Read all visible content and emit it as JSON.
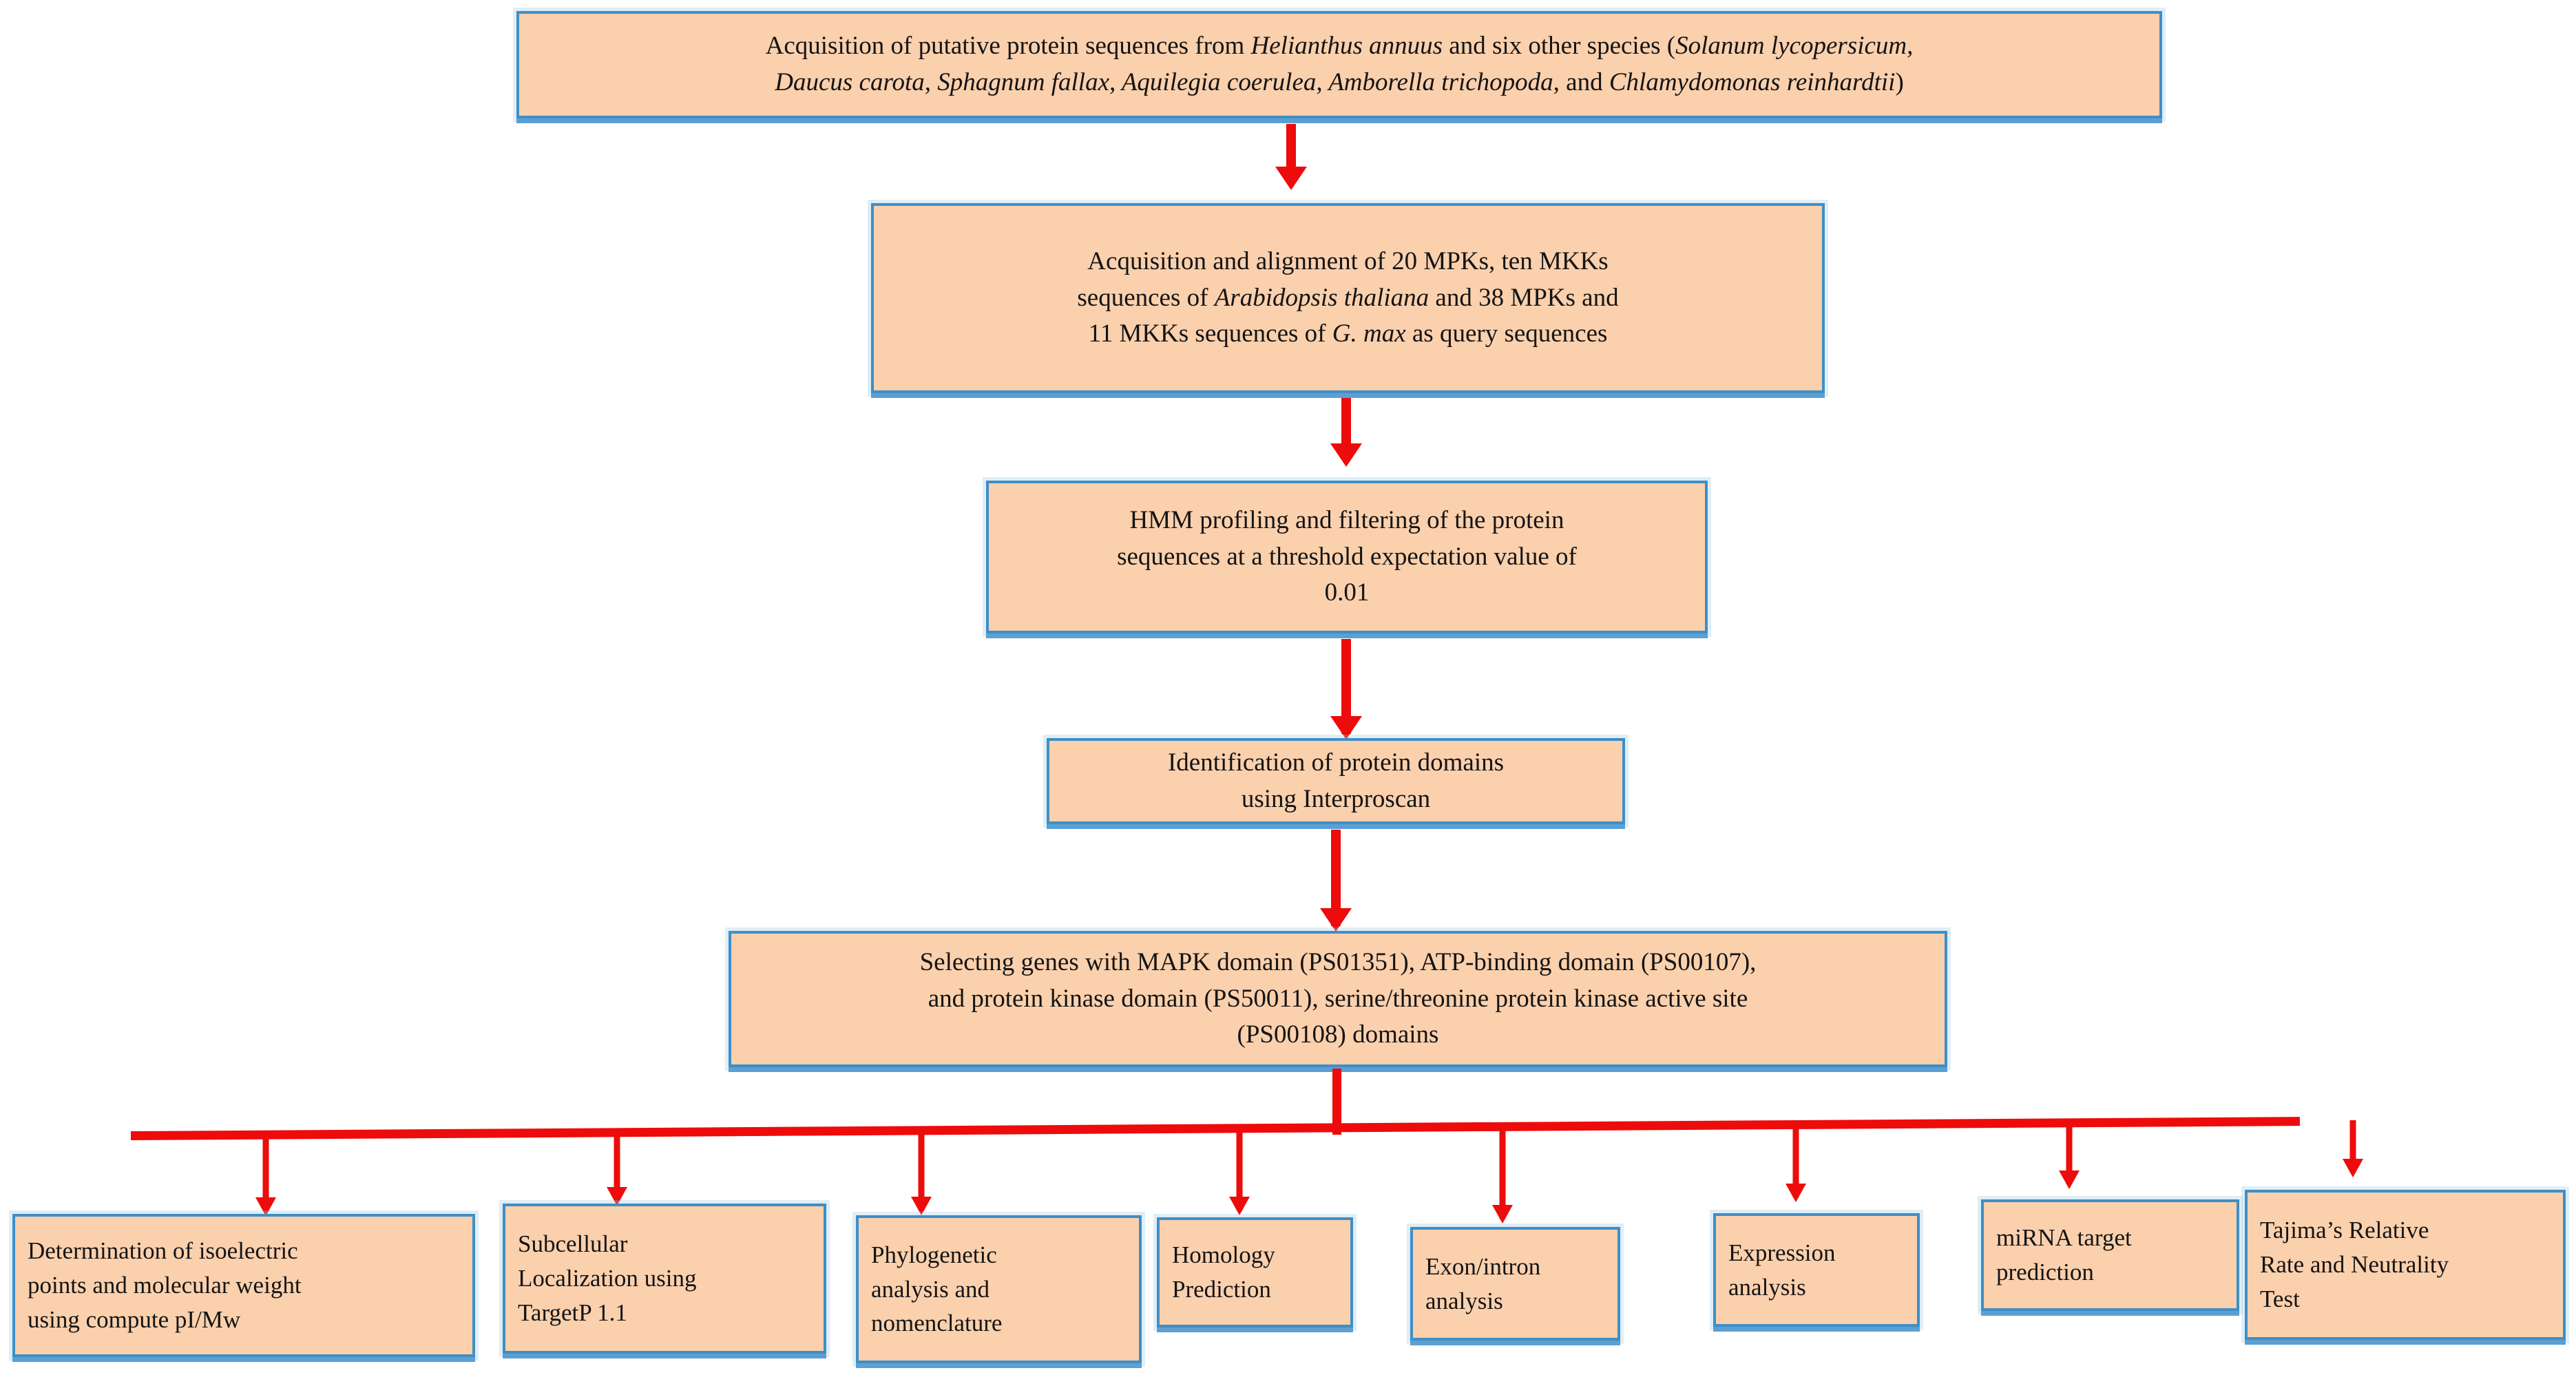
{
  "diagram": {
    "title": "MAPK/MKK gene family identification workflow",
    "colors": {
      "box_fill": "#FBD0AD",
      "box_border": "#3E8FC6",
      "box_shadow": "#5C9FD2",
      "arrow": "#EE0B0B",
      "background": "#FFFFFF",
      "text": "#141414"
    },
    "steps": [
      {
        "id": "step-1-acquisition",
        "name": "acquisition-of-sequences",
        "line1_a": "Acquisition of putative protein sequences  from  ",
        "line1_italic1": "Helianthus annuus",
        "line1_b": " and six other species (",
        "line1_italic2": "Solanum lycopersicum,",
        "line2_italic": "Daucus carota, Sphagnum fallax, Aquilegia coerulea, Amborella trichopoda,",
        "line2_tail": " and ",
        "line2_italic2": "Chlamydomonas reinhardtii",
        "line2_close": ")"
      },
      {
        "id": "step-2-alignment",
        "name": "acquisition-and-alignment",
        "line1": "Acquisition and alignment of 20 MPKs, ten MKKs",
        "line2_a": "sequences of ",
        "line2_italic": "Arabidopsis thaliana",
        "line2_b": " and 38 MPKs and",
        "line3_a": "11 MKKs sequences of ",
        "line3_italic": "G. max",
        "line3_b": " as query sequences"
      },
      {
        "id": "step-3-hmm",
        "name": "hmm-profiling-and-filtering",
        "line1": "HMM profiling and filtering of the protein",
        "line2": "sequences at a threshold expectation value of",
        "line3": "0.01"
      },
      {
        "id": "step-4-domains",
        "name": "identification-of-protein-domains",
        "line1": "Identification of protein domains",
        "line2": "using Interproscan"
      },
      {
        "id": "step-5-selecting",
        "name": "selecting-genes-with-domains",
        "line1": "Selecting genes with MAPK domain (PS01351), ATP-binding domain (PS00107),",
        "line2": "and protein kinase domain (PS50011), serine/threonine protein kinase active site",
        "line3": "(PS00108) domains"
      }
    ],
    "branches": [
      {
        "id": "branch-1",
        "name": "determination-of-isoelectric-points",
        "line1": "Determination of isoelectric",
        "line2": "points and molecular weight",
        "line3": "using compute pI/Mw"
      },
      {
        "id": "branch-2",
        "name": "subcellular-localization",
        "line1": "Subcellular",
        "line2": "Localization using",
        "line3": "TargetP 1.1"
      },
      {
        "id": "branch-3",
        "name": "phylogenetic-analysis",
        "line1": "Phylogenetic",
        "line2": "analysis and",
        "line3": "nomenclature"
      },
      {
        "id": "branch-4",
        "name": "homology-prediction",
        "line1": "Homology",
        "line2": "Prediction",
        "line3": ""
      },
      {
        "id": "branch-5",
        "name": "exon-intron-analysis",
        "line1": "Exon/intron",
        "line2": "analysis",
        "line3": ""
      },
      {
        "id": "branch-6",
        "name": "expression-analysis",
        "line1": "Expression",
        "line2": "analysis",
        "line3": ""
      },
      {
        "id": "branch-7",
        "name": "mirna-target-prediction",
        "line1": "miRNA target",
        "line2": "prediction",
        "line3": ""
      },
      {
        "id": "branch-8",
        "name": "tajima-relative-rate-neutrality-test",
        "line1": "Tajima’s Relative",
        "line2": "Rate and Neutrality",
        "line3": "Test"
      }
    ]
  }
}
